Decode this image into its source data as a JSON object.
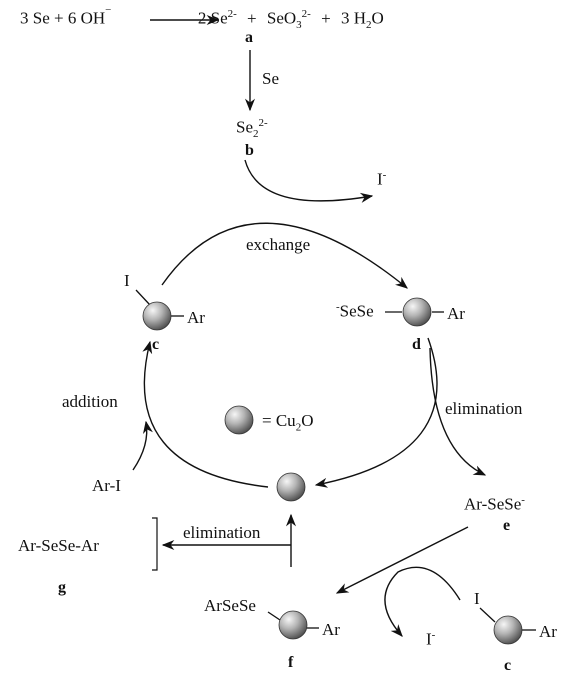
{
  "equation": {
    "reactants": "3 Se  +  6 OH",
    "reactants_charge": "−",
    "product1": "2 Se",
    "product1_charge": "2-",
    "plus1": "+",
    "product2": "SeO",
    "product2_sub": "3",
    "product2_charge": "2-",
    "plus2": "+",
    "product3": "3 H",
    "product3_sub": "2",
    "product3_tail": "O"
  },
  "labels": {
    "a": "a",
    "b": "b",
    "c_top": "c",
    "d": "d",
    "e": "e",
    "f": "f",
    "g": "g",
    "c_bottom": "c"
  },
  "species": {
    "reagent_se": "Se",
    "b_base": "Se",
    "b_sub": "2",
    "b_charge": "2-",
    "iodide_top": "I",
    "iodide_top_charge": "-",
    "iodide_bottom": "I",
    "iodide_bottom_charge": "-",
    "c_top_I": "I",
    "c_top_Ar": "Ar",
    "d_left_charge": "-",
    "d_left": "SeSe",
    "d_Ar": "Ar",
    "e": "Ar-SeSe",
    "e_charge": "-",
    "f_left": "ArSeSe",
    "f_Ar": "Ar",
    "c_bottom_I": "I",
    "c_bottom_Ar": "Ar",
    "ar_i": "Ar-I",
    "g": "Ar-SeSe-Ar"
  },
  "steps": {
    "exchange": "exchange",
    "addition": "addition",
    "elimination_right": "elimination",
    "elimination_left": "elimination"
  },
  "legend": {
    "equals": "= Cu",
    "sub": "2",
    "tail": "O"
  },
  "colors": {
    "ink": "#111111",
    "sphere_light": "#f4f4f4",
    "sphere_dark": "#555555"
  }
}
